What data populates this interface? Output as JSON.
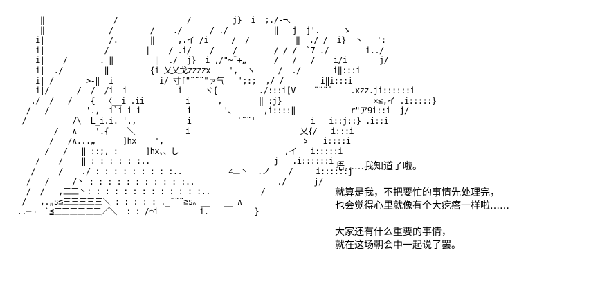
{
  "art": {
    "lines": [
      "      ‖               /               /         j}  i  ;./‐¬、",
      "      ‖              /        /    ./      / ./          ‖   j  j'.__   ゝ",
      "     i|              /.       ‖     ,.イ /i     /  /          ‖  ./ /  i}  ヽ   ':",
      "     i|             /        |    / .i/__  /    /        / / /  `7 ./        i../",
      "     i|    /       . ‖         ‖  ./  j}  i ,/\"~ˉ+„      /   /   /    i/i       j/",
      "     i|  ./         ‖         {i 乂乂戈zzzzx    ',  ヽ     /  ./       i‖:::i",
      "     i| /       >‐‖  i          i/ 寸f\"¨¨¨\"ァ气   ';:;  ,/ /        i‖i:::i",
      "     i|/      /  /  /i  i           i     ヾ{         ./:::i[V    ¨¨¨ˉ    .xzz.ji::::::i",
      "    ./  /   /    {  〈__i .ii         i      ,        ‖ :j}                    ×≦,イ .i:::::}",
      "   /   /        '.,  i`i i i          i       '、      ,i::::‖            r\"ア9i::i  j/",
      "  /          /\\  L_i.i. '.,           i          `¨¨'            i   i::j::} .i::i",
      "         /   ∧    '.{    ＼           i                        乂{/   i:::i",
      "        /   /∧...„      ]hx    ',                              ゝ   i::::i",
      "       /   /   ‖ ::;, :      ]hx、、し                       ,イ   i:::::i",
      "     /    /    ‖ : : : : : :..                           j   .i::::::i",
      "    /     /    ./ : : : : : : : : :..          ∠ニ丶__.ノ    /     i::::::j",
      "   /   /     /丶 : : : : : : : : : : :..                  ./      j/",
      "   /  /   ,三三丶: : : : : : : : : : : : :..           /",
      "  /   ,.„s≦三三三三三＼ : : : : : ._ˉ¨¨≧s。__   __ ∧",
      " ..─¬  `≦三三三三三三／＼  : : /⌒i         i.          }"
    ]
  },
  "dialogue": {
    "lines": [
      "唔……我知道了啦。",
      "",
      "就算是我，不把要忙的事情先处理完，",
      "也会觉得心里就像有个大疙瘩一样啦……",
      "",
      "大家还有什么重要的事情，",
      "就在这场朝会中一起说了罢。"
    ]
  }
}
